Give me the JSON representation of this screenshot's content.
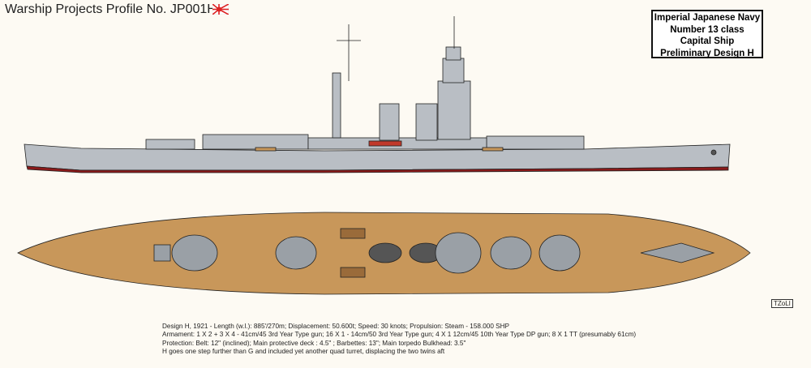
{
  "header": {
    "title": "Warship Projects Profile No. JP001H",
    "flag_icon": "rising-sun-flag"
  },
  "infobox": {
    "lines": [
      "Imperial Japanese Navy",
      "Number 13 class",
      "Capital Ship",
      "Preliminary Design H"
    ]
  },
  "signature": "TZoLI",
  "specs": {
    "lines": [
      "Design H, 1921 - Length (w.l.): 885'/270m; Displacement: 50.600t; Speed: 30 knots; Propulsion: Steam - 158.000 SHP",
      "Armament: 1 X 2 + 3 X 4 - 41cm/45 3rd Year Type gun; 16 X 1 - 14cm/50 3rd Year Type gun; 4 X 1 12cm/45 10th Year Type DP gun; 8 X 1 TT (presumably 61cm)",
      "Protection: Belt: 12\" (inclined); Main protective deck : 4.5\" ; Barbettes: 13\"; Main torpedo Bulkhead: 3.5\"",
      "H goes one step further than G and included yet another quad turret, displacing the two twins aft"
    ]
  },
  "colors": {
    "hull": "#b9bec4",
    "deck": "#c8975a",
    "waterline": "#8b1a1a",
    "outline": "#222222"
  }
}
